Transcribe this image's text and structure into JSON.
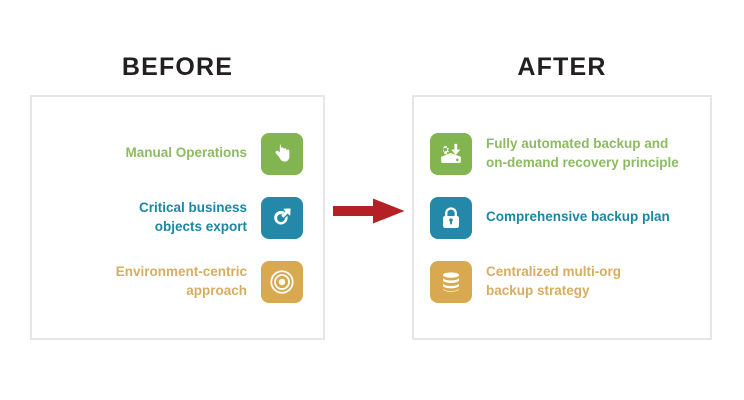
{
  "headings": {
    "before": "BEFORE",
    "after": "AFTER"
  },
  "colors": {
    "green": "#82b44f",
    "green_text": "#8cbb62",
    "teal": "#2489a8",
    "teal_text": "#1b87a3",
    "gold": "#d8a94f",
    "gold_text": "#d6ad63",
    "arrow_red": "#b52025",
    "panel_border": "#e6e6e6",
    "heading_text": "#231f20",
    "icon_fill": "#ffffff"
  },
  "before_panel": {
    "items": [
      {
        "label": "Manual Operations",
        "icon": "hand-pointer-icon",
        "color_key": "green"
      },
      {
        "label": "Critical business\nobjects export",
        "icon": "export-arrow-circle-icon",
        "color_key": "teal"
      },
      {
        "label": "Environment-centric\napproach",
        "icon": "target-rings-icon",
        "color_key": "gold"
      }
    ]
  },
  "after_panel": {
    "items": [
      {
        "label": "Fully automated backup and\non-demand recovery principle",
        "icon": "automated-backup-download-icon",
        "color_key": "green"
      },
      {
        "label": "Comprehensive backup plan",
        "icon": "padlock-icon",
        "color_key": "teal"
      },
      {
        "label": "Centralized multi-org\nbackup strategy",
        "icon": "database-stack-icon",
        "color_key": "gold"
      }
    ]
  },
  "arrow": {
    "name": "transition-arrow-right",
    "direction": "right"
  }
}
